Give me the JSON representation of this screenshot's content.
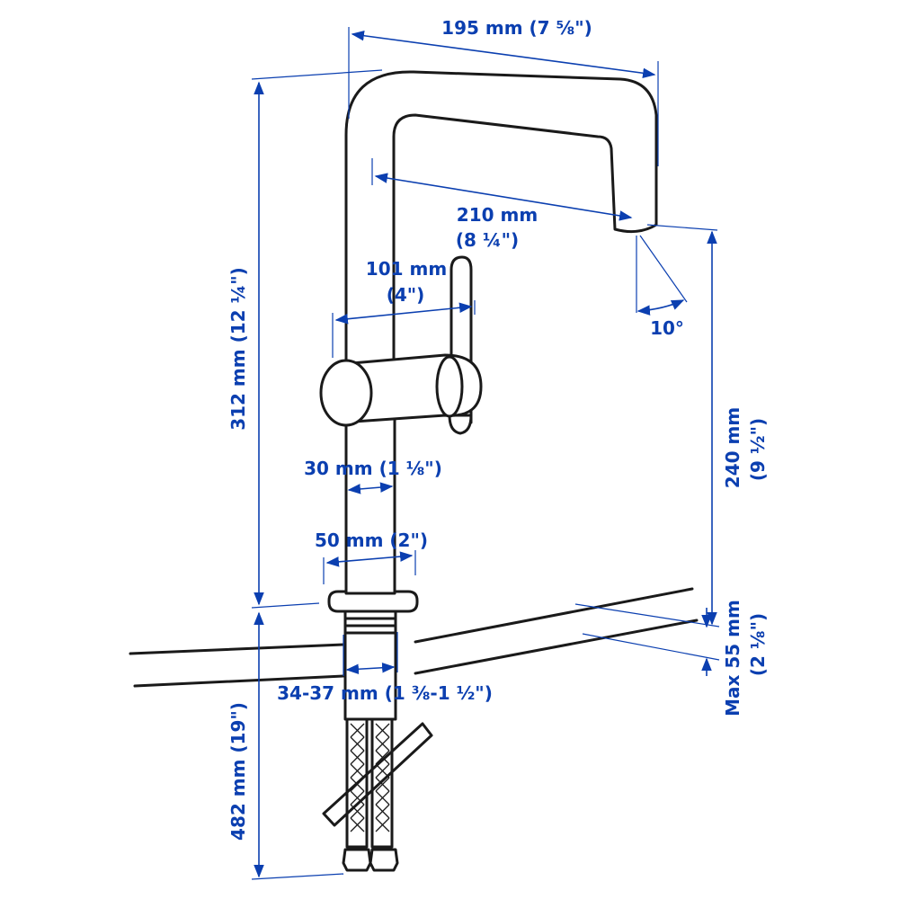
{
  "colors": {
    "dimension": "#0b3fb0",
    "drawing": "#1a1a1a",
    "background": "#ffffff"
  },
  "dimensions": {
    "spout_width": "195 mm (7 ⅝\")",
    "spout_reach_mm": "210 mm",
    "spout_reach_in": "(8 ¼\")",
    "lever_mm": "101 mm",
    "lever_in": "(4\")",
    "angle": "10°",
    "total_height": "312 mm (12 ¼\")",
    "spout_height_mm": "240 mm",
    "spout_height_in": "(9 ½\")",
    "body_diameter": "30 mm (1 ⅛\")",
    "base_diameter": "50 mm (2\")",
    "hole_diameter": "34-37 mm (1 ⅜-1 ½\")",
    "max_thickness_mm": "Max 55 mm",
    "max_thickness_in": "(2 ⅛\")",
    "hose_length": "482 mm (19\")"
  }
}
